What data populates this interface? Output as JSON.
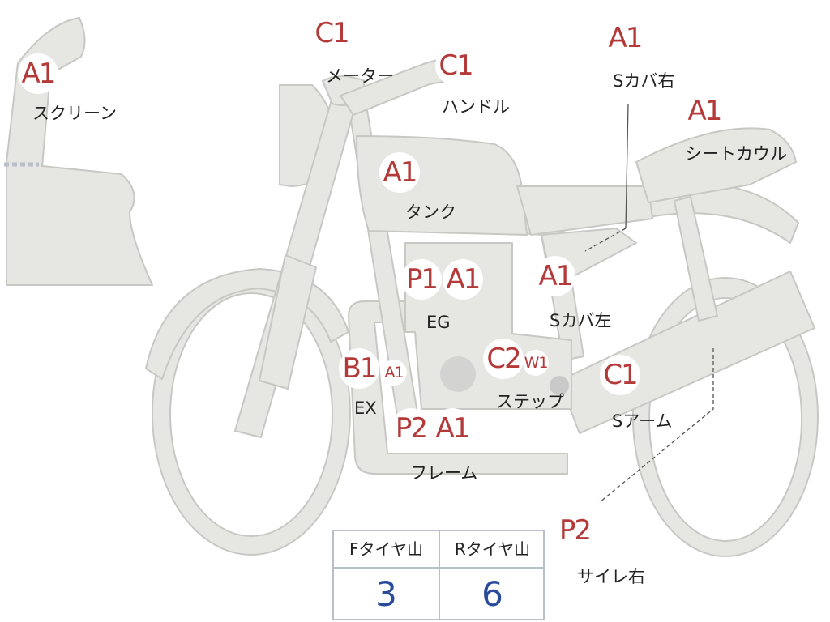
{
  "colors": {
    "body": "#e6e6e3",
    "outline": "#c7c7c4",
    "badge_text": "#b43a3a",
    "value_text": "#2a4b9b"
  },
  "parts": {
    "screen": {
      "grade": "A1",
      "label": "スクリーン"
    },
    "meter": {
      "grade": "C1",
      "label": "メーター"
    },
    "handle": {
      "grade": "C1",
      "label": "ハンドル"
    },
    "scover_r": {
      "grade": "A1",
      "label": "Sカバ右"
    },
    "seatcowl": {
      "grade": "A1",
      "label": "シートカウル"
    },
    "tank": {
      "grade": "A1",
      "label": "タンク"
    },
    "engine": {
      "grade_1": "P1",
      "grade_2": "A1",
      "label": "EG"
    },
    "scover_l": {
      "grade": "A1",
      "label": "Sカバ左"
    },
    "exhaust": {
      "grade_1": "B1",
      "grade_2": "A1",
      "label": "EX"
    },
    "step": {
      "grade_1": "C2",
      "grade_2": "W1",
      "label": "ステップ"
    },
    "sarm": {
      "grade": "C1",
      "label": "Sアーム"
    },
    "frame": {
      "grade_1": "P2",
      "grade_2": "A1",
      "label": "フレーム"
    },
    "sidewall_r": {
      "grade": "P2",
      "label": "サイレ右"
    }
  },
  "tread_table": {
    "headers": [
      "Fタイヤ山",
      "Rタイヤ山"
    ],
    "values": [
      "3",
      "6"
    ]
  }
}
